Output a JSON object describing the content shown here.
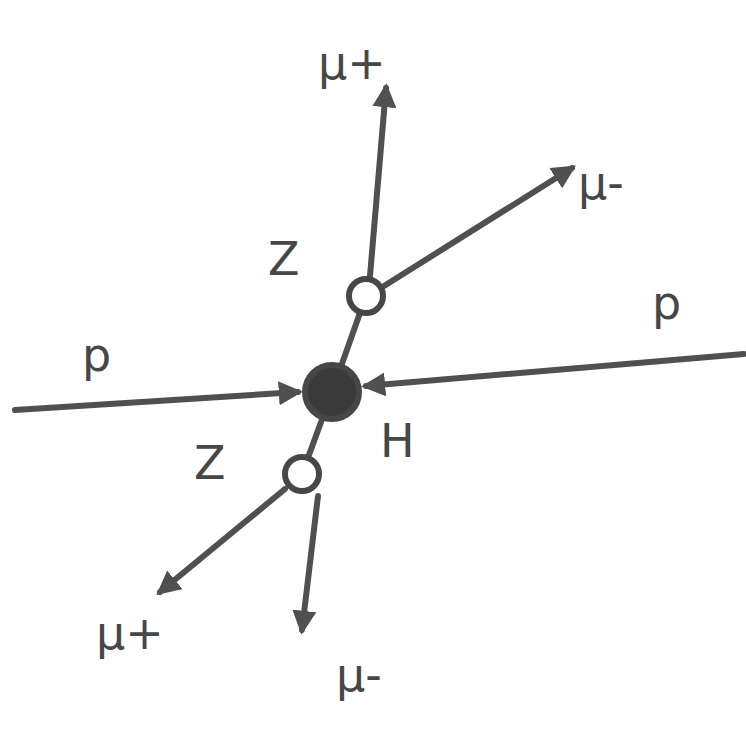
{
  "diagram": {
    "nodes": [
      {
        "text": [
          "H"
        ]
      },
      {
        "text": [
          "Z"
        ]
      },
      {
        "text": [
          "Z"
        ]
      }
    ],
    "edges": [
      {
        "from": 0,
        "to": 1,
        "arrow": "none"
      },
      {
        "from": 0,
        "to": 2,
        "arrow": "none"
      }
    ],
    "labels": [
      "μ+",
      "μ-",
      "p",
      "p",
      "μ+",
      "μ-"
    ]
  }
}
